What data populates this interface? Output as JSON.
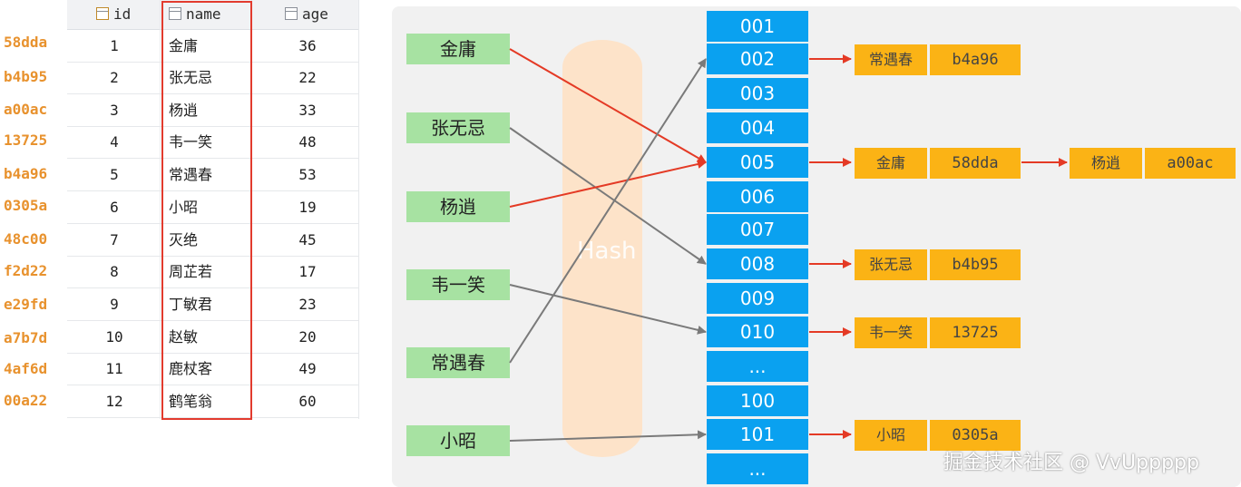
{
  "table": {
    "headers": {
      "id": "id",
      "name": "name",
      "age": "age"
    },
    "hashes": [
      "58dda",
      "b4b95",
      "a00ac",
      "13725",
      "b4a96",
      "0305a",
      "48c00",
      "f2d22",
      "e29fd",
      "a7b7d",
      "4af6d",
      "00a22"
    ],
    "rows": [
      {
        "id": "1",
        "name": "金庸",
        "age": "36"
      },
      {
        "id": "2",
        "name": "张无忌",
        "age": "22"
      },
      {
        "id": "3",
        "name": "杨逍",
        "age": "33"
      },
      {
        "id": "4",
        "name": "韦一笑",
        "age": "48"
      },
      {
        "id": "5",
        "name": "常遇春",
        "age": "53"
      },
      {
        "id": "6",
        "name": "小昭",
        "age": "19"
      },
      {
        "id": "7",
        "name": "灭绝",
        "age": "45"
      },
      {
        "id": "8",
        "name": "周芷若",
        "age": "17"
      },
      {
        "id": "9",
        "name": "丁敏君",
        "age": "23"
      },
      {
        "id": "10",
        "name": "赵敏",
        "age": "20"
      },
      {
        "id": "11",
        "name": "鹿杖客",
        "age": "49"
      },
      {
        "id": "12",
        "name": "鹤笔翁",
        "age": "60"
      }
    ]
  },
  "diagram": {
    "hash_label": "Hash",
    "keys": [
      "金庸",
      "张无忌",
      "杨逍",
      "韦一笑",
      "常遇春",
      "小昭"
    ],
    "buckets": [
      "001",
      "002",
      "003",
      "004",
      "005",
      "006",
      "007",
      "008",
      "009",
      "010",
      "...",
      "100",
      "101",
      "..."
    ],
    "chains": [
      {
        "bucket": "002",
        "nodes": [
          {
            "name": "常遇春",
            "hash": "b4a96"
          }
        ]
      },
      {
        "bucket": "005",
        "nodes": [
          {
            "name": "金庸",
            "hash": "58dda"
          },
          {
            "name": "杨逍",
            "hash": "a00ac"
          }
        ]
      },
      {
        "bucket": "008",
        "nodes": [
          {
            "name": "张无忌",
            "hash": "b4b95"
          }
        ]
      },
      {
        "bucket": "010",
        "nodes": [
          {
            "name": "韦一笑",
            "hash": "13725"
          }
        ]
      },
      {
        "bucket": "101",
        "nodes": [
          {
            "name": "小昭",
            "hash": "0305a"
          }
        ]
      }
    ],
    "colors": {
      "key": "#a7e2a2",
      "bucket": "#0aa1f0",
      "node": "#fbb315",
      "red_arrow": "#e43a25",
      "gray_arrow": "#7a7a7a",
      "highlight": "#e23b2e"
    }
  },
  "watermark": "掘金技术社区 @ VvUppppp"
}
